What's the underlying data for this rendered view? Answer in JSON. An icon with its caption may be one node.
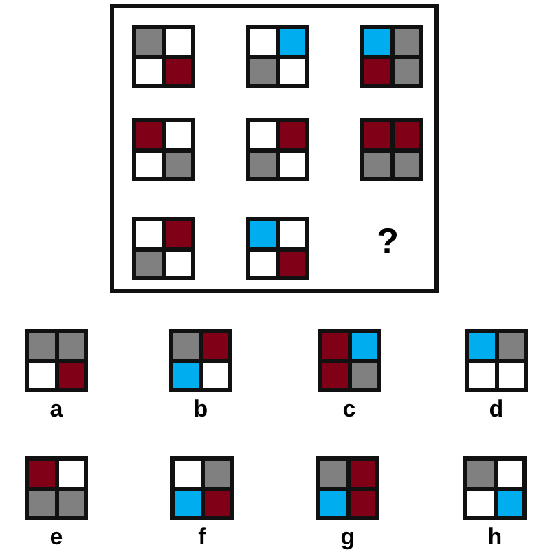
{
  "diagram": {
    "nodes": [
      {
        "text": [
          "?"
        ]
      },
      {
        "text": [],
        "shape": "box",
        "in": 0
      },
      {
        "text": [],
        "shape": "box",
        "in": 0
      },
      {
        "text": [],
        "shape": "box",
        "in": 0
      },
      {
        "text": [],
        "shape": "box",
        "in": 0
      },
      {
        "text": [],
        "shape": "box",
        "in": 0
      },
      {
        "text": [],
        "shape": "box",
        "in": 0
      },
      {
        "text": [],
        "shape": "box",
        "in": 0
      },
      {
        "text": [],
        "shape": "box",
        "in": 0
      },
      {
        "text": [
          "a"
        ]
      },
      {
        "text": [
          "b"
        ]
      },
      {
        "text": [
          "c"
        ]
      },
      {
        "text": [
          "d"
        ]
      },
      {
        "text": [
          "e"
        ]
      },
      {
        "text": [
          "f"
        ]
      },
      {
        "text": [
          "g"
        ]
      },
      {
        "text": [
          "h"
        ]
      }
    ]
  }
}
